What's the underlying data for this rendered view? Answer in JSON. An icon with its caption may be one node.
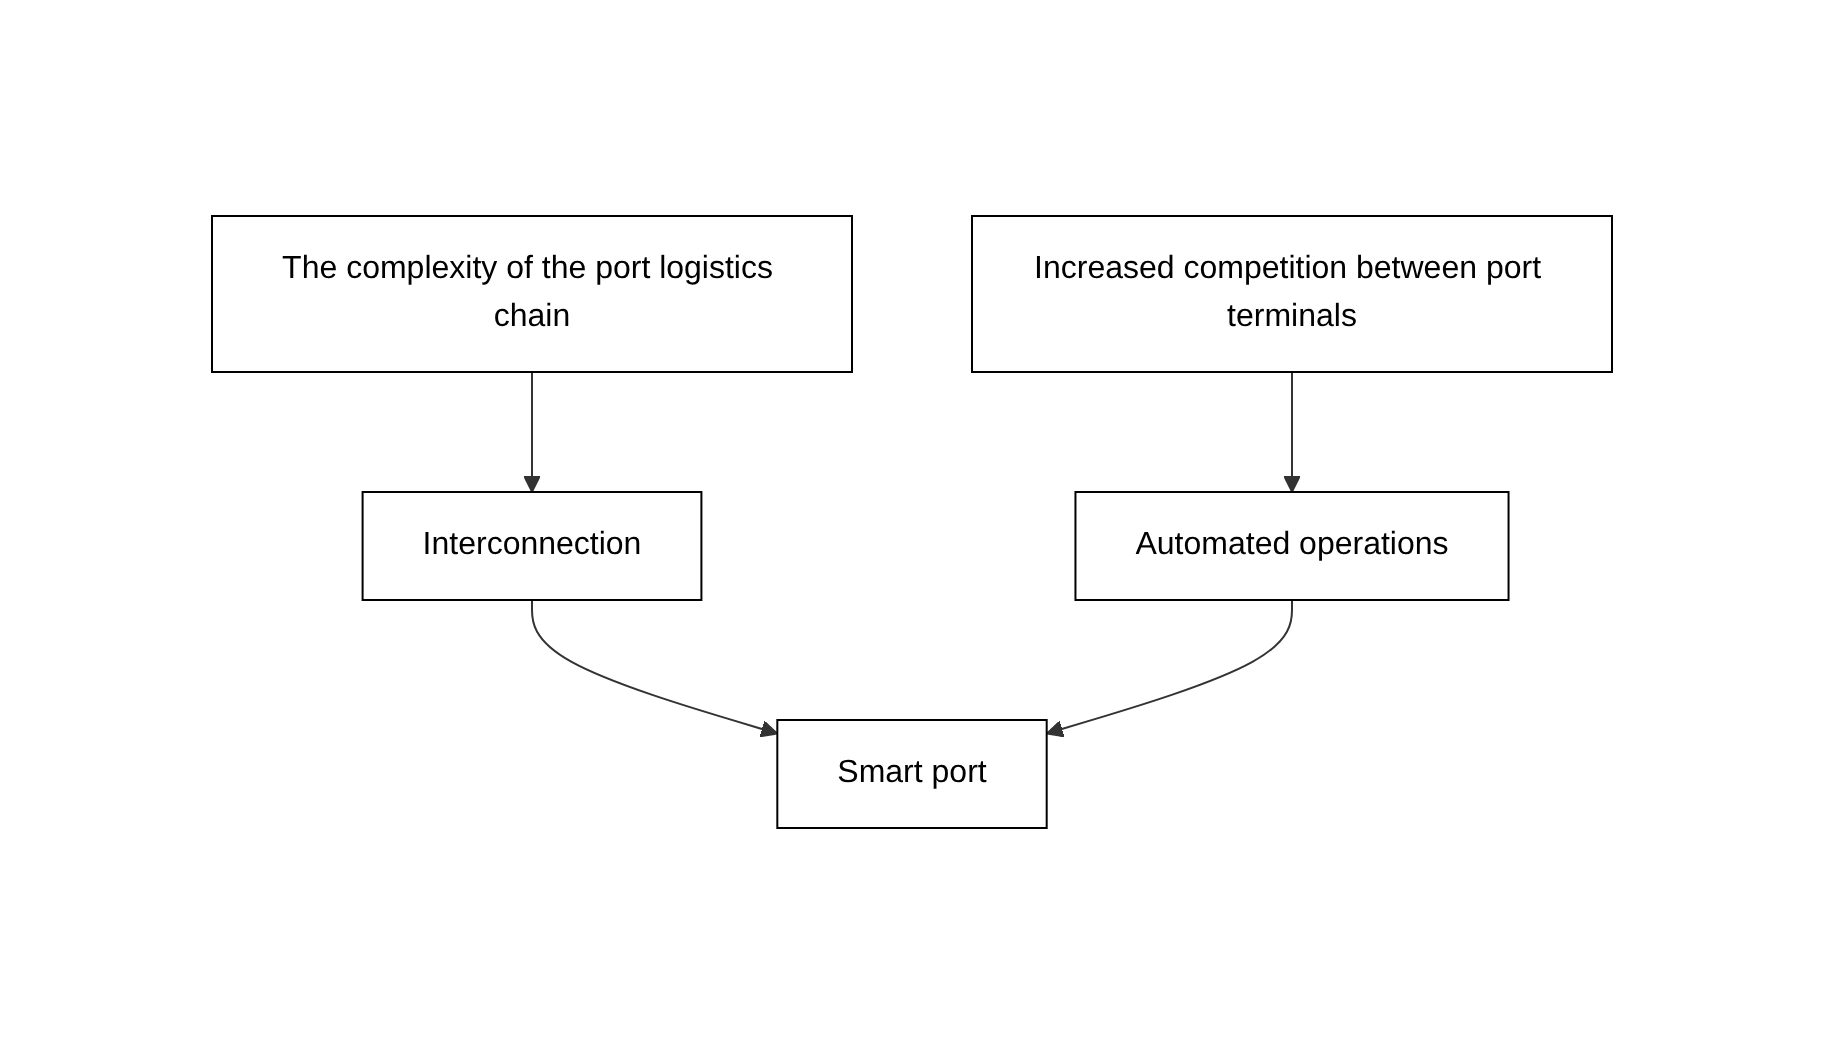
{
  "diagram": {
    "nodes": [
      {
        "text": [
          "The complexity of the port logistics chain"
        ]
      },
      {
        "text": [
          "Increased competition between port terminals"
        ]
      },
      {
        "text": [
          "Interconnection"
        ]
      },
      {
        "text": [
          "Automated operations"
        ]
      },
      {
        "text": [
          "Smart port"
        ]
      }
    ],
    "edges": [
      {
        "from": 0,
        "to": 2,
        "arrow": "to"
      },
      {
        "from": 1,
        "to": 3,
        "arrow": "to"
      },
      {
        "from": 2,
        "to": 4,
        "arrow": "to"
      },
      {
        "from": 3,
        "to": 4,
        "arrow": "to"
      }
    ]
  }
}
